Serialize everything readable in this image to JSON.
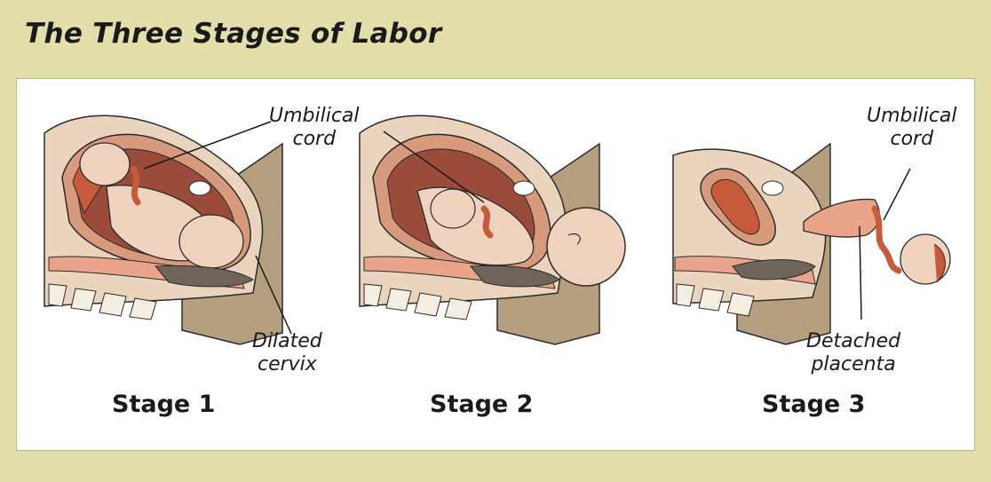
{
  "title": "The Three Stages of Labor",
  "stages": [
    {
      "label": "Stage 1",
      "callouts": {
        "top": [
          "Umbilical",
          "cord"
        ],
        "bottom": [
          "Dilated",
          "cervix"
        ]
      }
    },
    {
      "label": "Stage 2",
      "callouts": {}
    },
    {
      "label": "Stage 3",
      "callouts": {
        "top": [
          "Umbilical",
          "cord"
        ],
        "bottom": [
          "Detached",
          "placenta"
        ]
      }
    }
  ],
  "colors": {
    "background": "#e2dfaa",
    "panel": "#ffffff",
    "skin": "#f0d3be",
    "body_tissue": "#ead4bd",
    "uterus_wall": "#d79a7c",
    "uterine_cavity": "#9a4b3a",
    "placenta": "#c85a3c",
    "spine": "#e9a48a",
    "pelvis_shadow": "#b59f7e",
    "rectum": "#6e645a"
  }
}
